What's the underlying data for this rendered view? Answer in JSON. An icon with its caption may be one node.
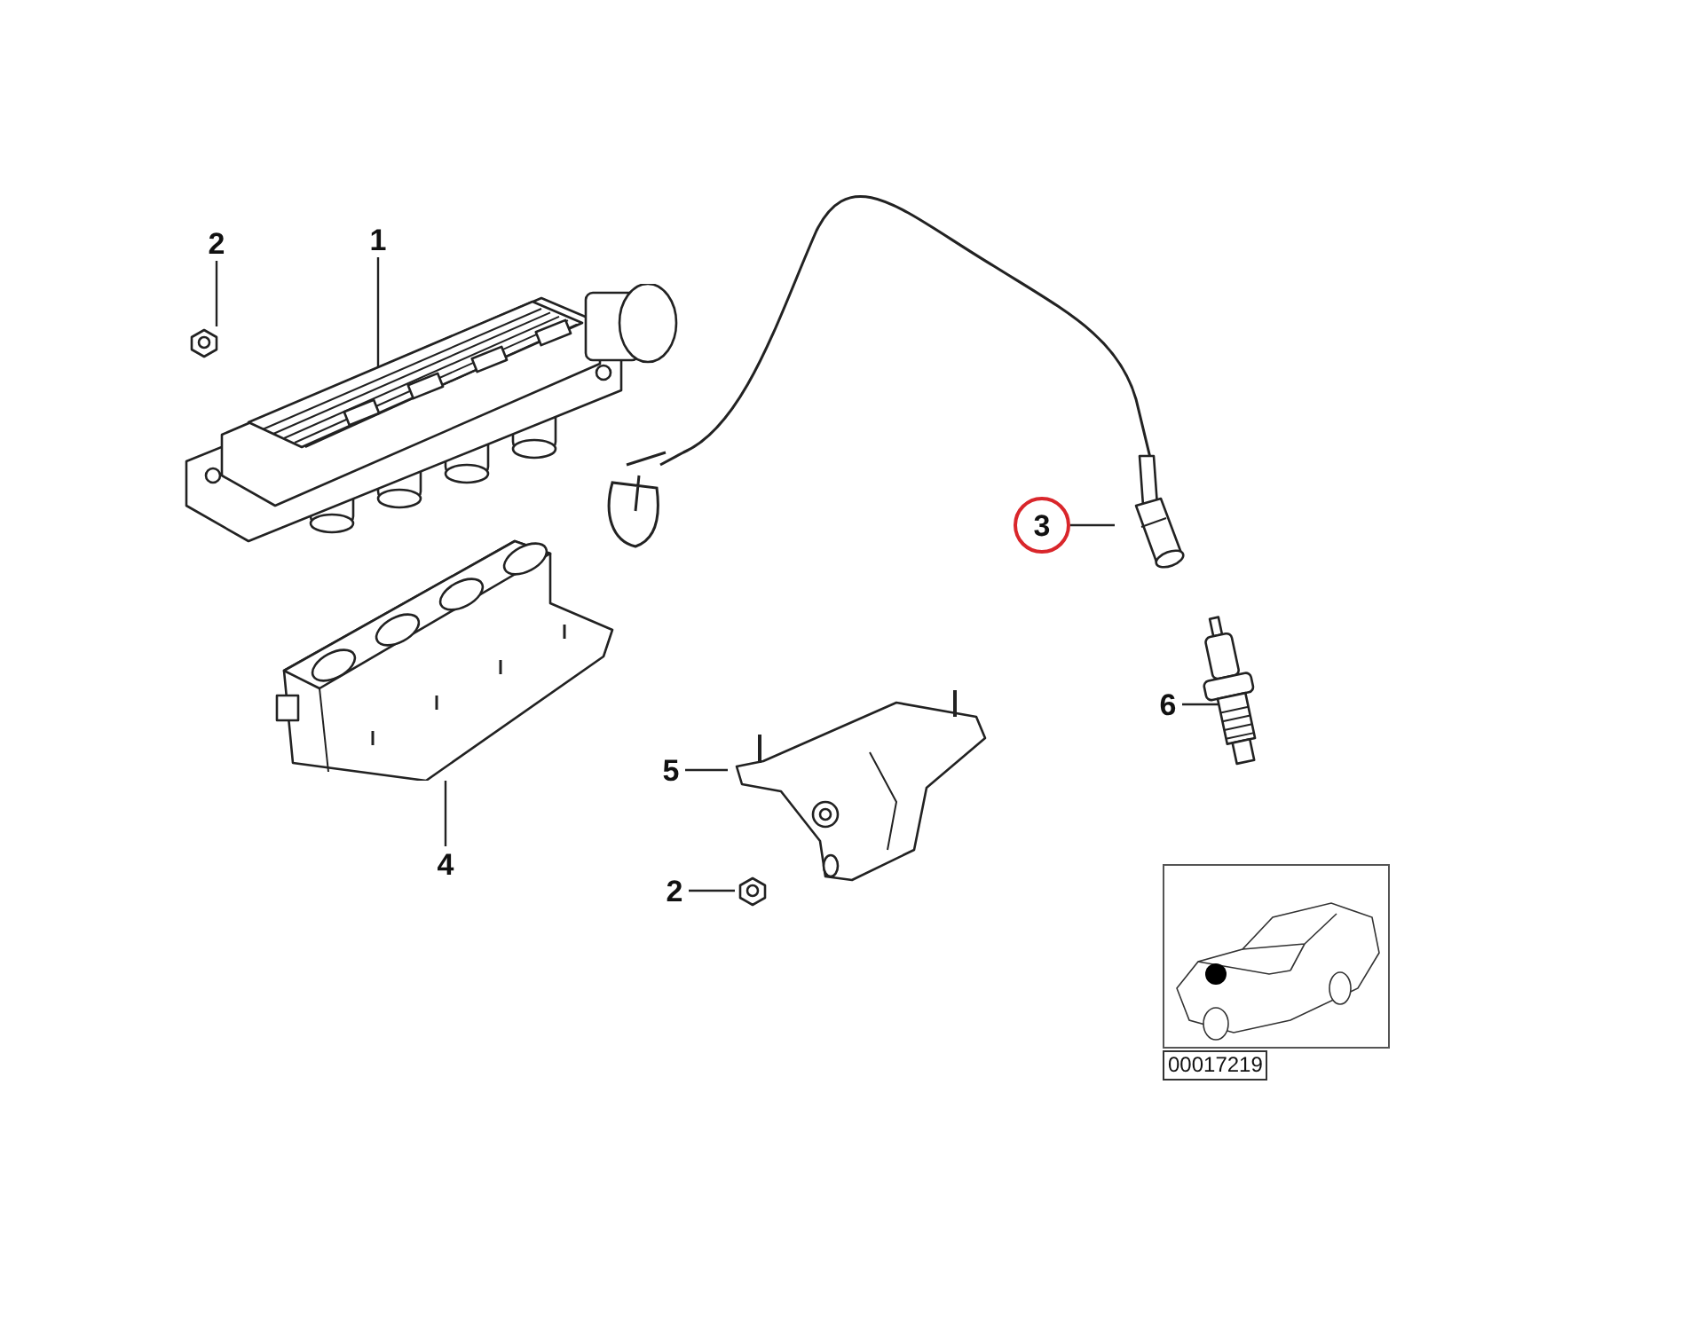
{
  "diagram": {
    "nodes": [
      {
        "text": [
          "2"
        ]
      },
      {
        "text": [],
        "shape": "picture"
      },
      {
        "text": [
          "1"
        ]
      },
      {
        "text": [],
        "shape": "picture"
      },
      {
        "text": [],
        "shape": "picture"
      },
      {
        "text": [
          "3"
        ]
      },
      {
        "text": [
          "4"
        ]
      },
      {
        "text": [],
        "shape": "picture"
      },
      {
        "text": [
          "5"
        ]
      },
      {
        "text": [],
        "shape": "picture"
      },
      {
        "text": [
          "2"
        ]
      },
      {
        "text": [],
        "shape": "picture"
      },
      {
        "text": [
          "6"
        ]
      },
      {
        "text": [],
        "shape": "picture"
      },
      {
        "text": [],
        "shape": "picture",
        "beside": [
          "00017219"
        ]
      }
    ],
    "edges": [
      {
        "from": 0,
        "to": 1,
        "arrow": "none"
      },
      {
        "from": 2,
        "to": 3,
        "arrow": "none"
      },
      {
        "from": 5,
        "to": 4,
        "arrow": "none"
      },
      {
        "from": 6,
        "to": 7,
        "arrow": "none"
      },
      {
        "from": 8,
        "to": 9,
        "arrow": "none"
      },
      {
        "from": 10,
        "to": 11,
        "arrow": "none"
      },
      {
        "from": 12,
        "to": 13,
        "arrow": "none"
      }
    ]
  }
}
